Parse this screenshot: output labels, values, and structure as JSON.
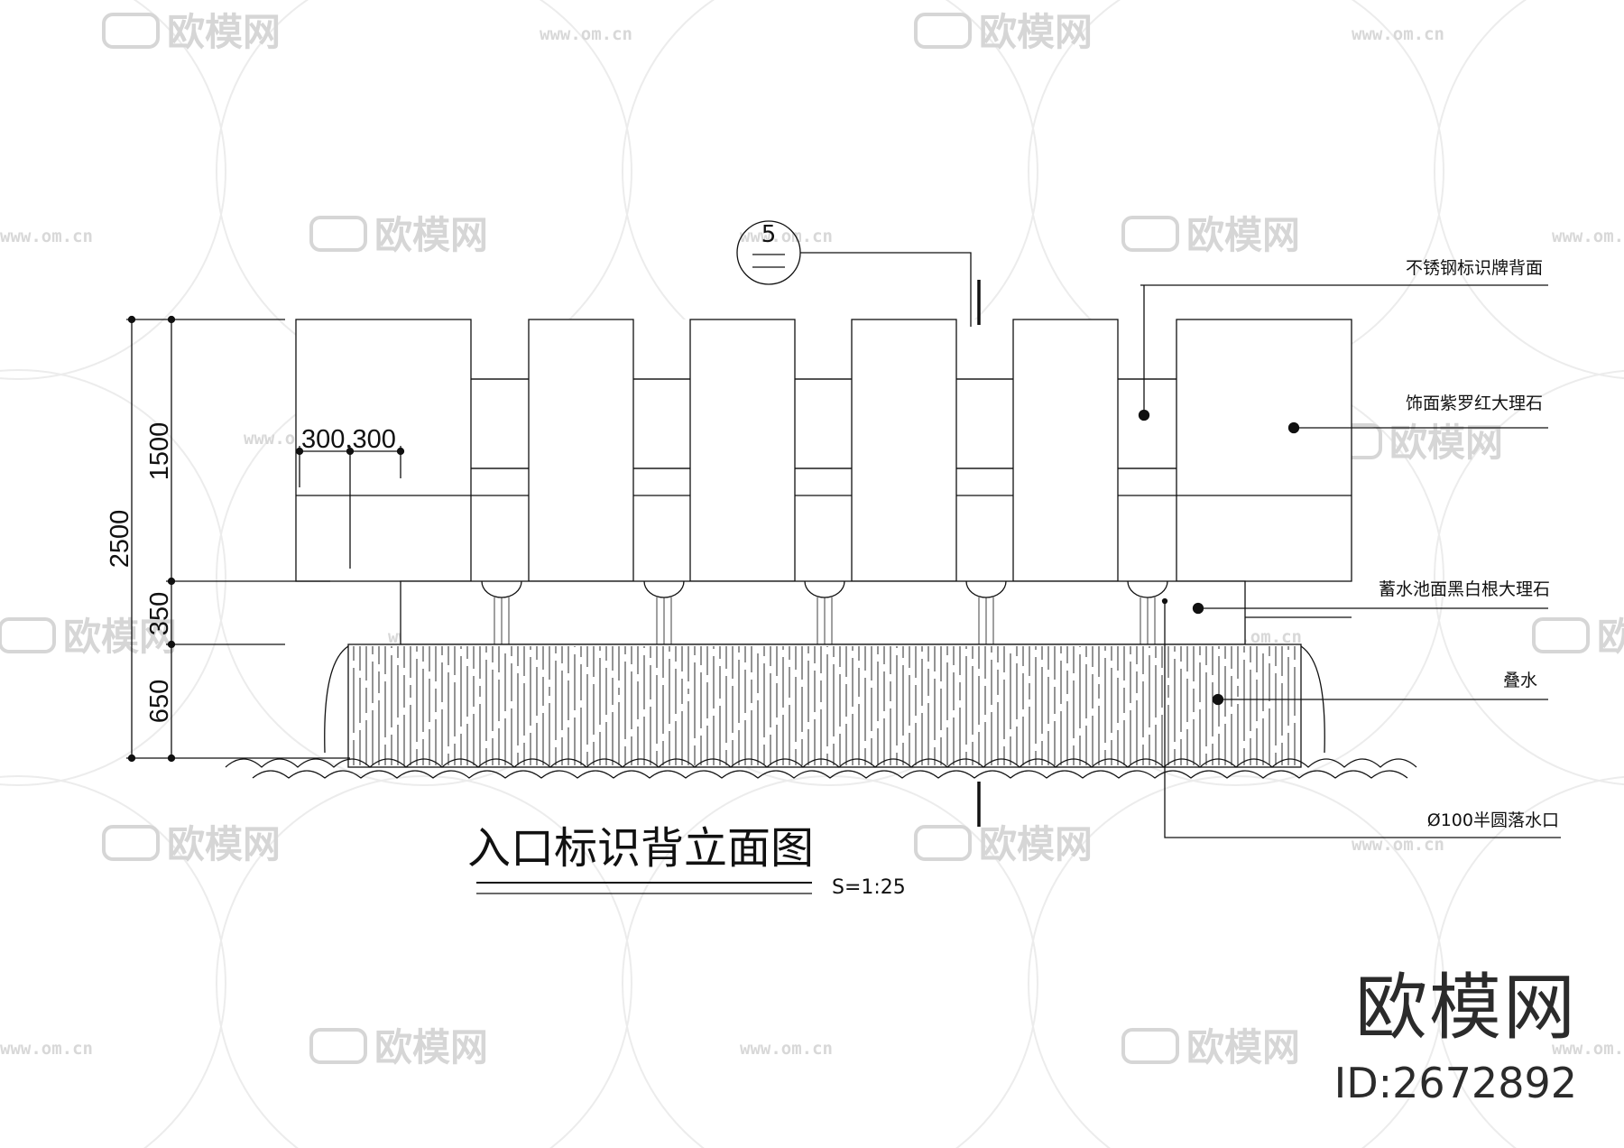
{
  "drawing": {
    "title": "入口标识背立面图",
    "scale": "S=1:25",
    "section_marker": "5"
  },
  "dimensions": {
    "total": "2500",
    "upper": "1500",
    "middle": "350",
    "lower": "650",
    "spacing": "300,300"
  },
  "callouts": [
    {
      "label": "不锈钢标识牌背面"
    },
    {
      "label": "饰面紫罗红大理石"
    },
    {
      "label": "蓄水池面黑白根大理石"
    },
    {
      "label": "叠水"
    },
    {
      "label": "Ø100半圆落水口"
    }
  ],
  "watermark": {
    "logo_text": "欧模网",
    "url": "www.om.cn"
  },
  "brand": {
    "name": "欧模网",
    "id": "ID:2672892"
  },
  "colors": {
    "line": "#111111",
    "watermark": "#d6d6d6",
    "background": "#ffffff"
  }
}
